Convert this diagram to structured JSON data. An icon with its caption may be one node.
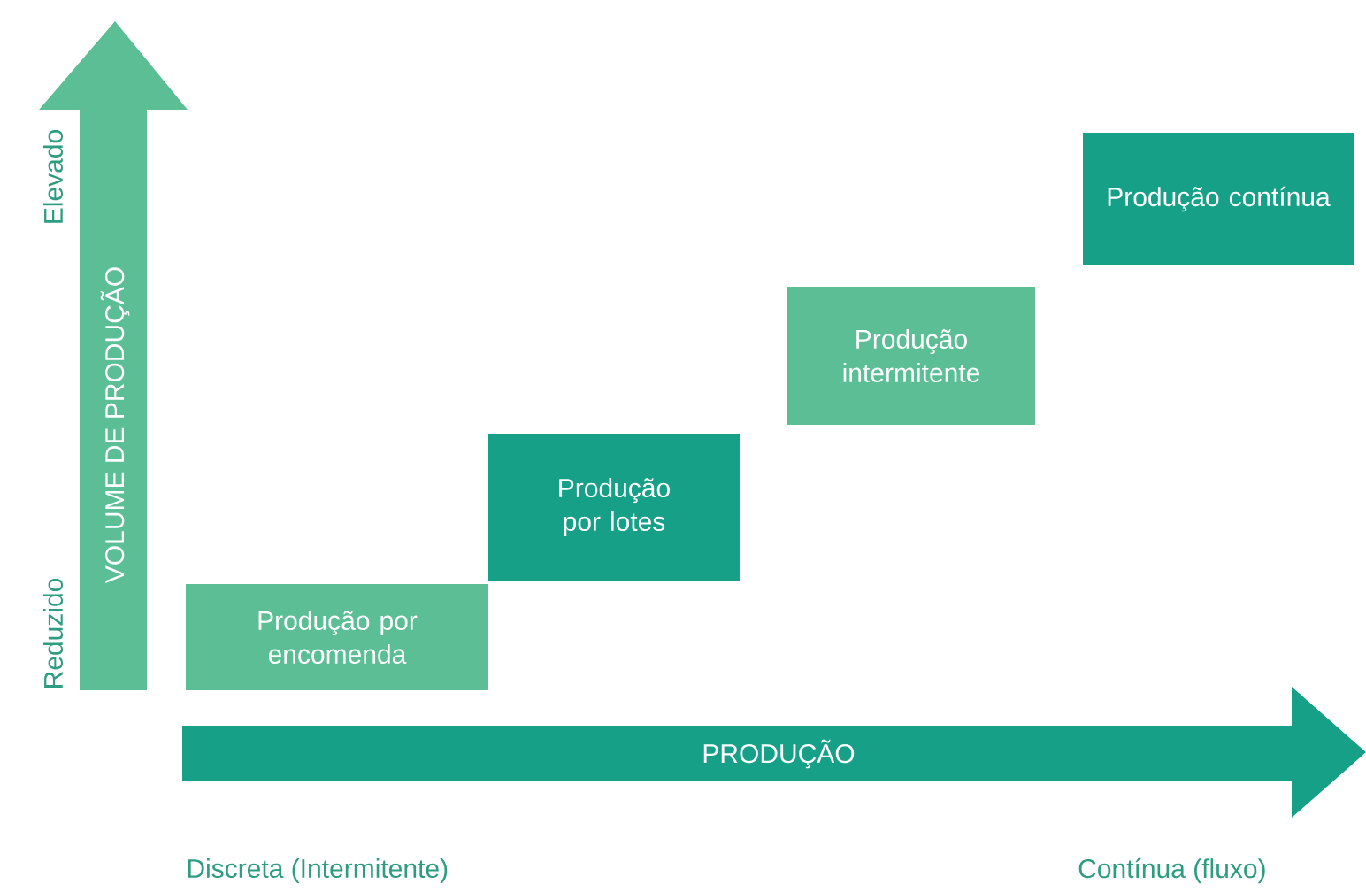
{
  "diagram": {
    "nodes": [
      {
        "text": [
          "Produção contínua"
        ]
      },
      {
        "text": [
          "Produção intermitente"
        ]
      },
      {
        "text": [
          "Produção por lotes"
        ]
      },
      {
        "text": [
          "Produção por encomenda"
        ]
      }
    ],
    "labels": [
      "Elevado",
      "VOLUME DE PRODUÇÃO",
      "Reduzido",
      "PRODUÇÃO",
      "Discreta (Intermitente)",
      "Contínua (fluxo)"
    ]
  }
}
